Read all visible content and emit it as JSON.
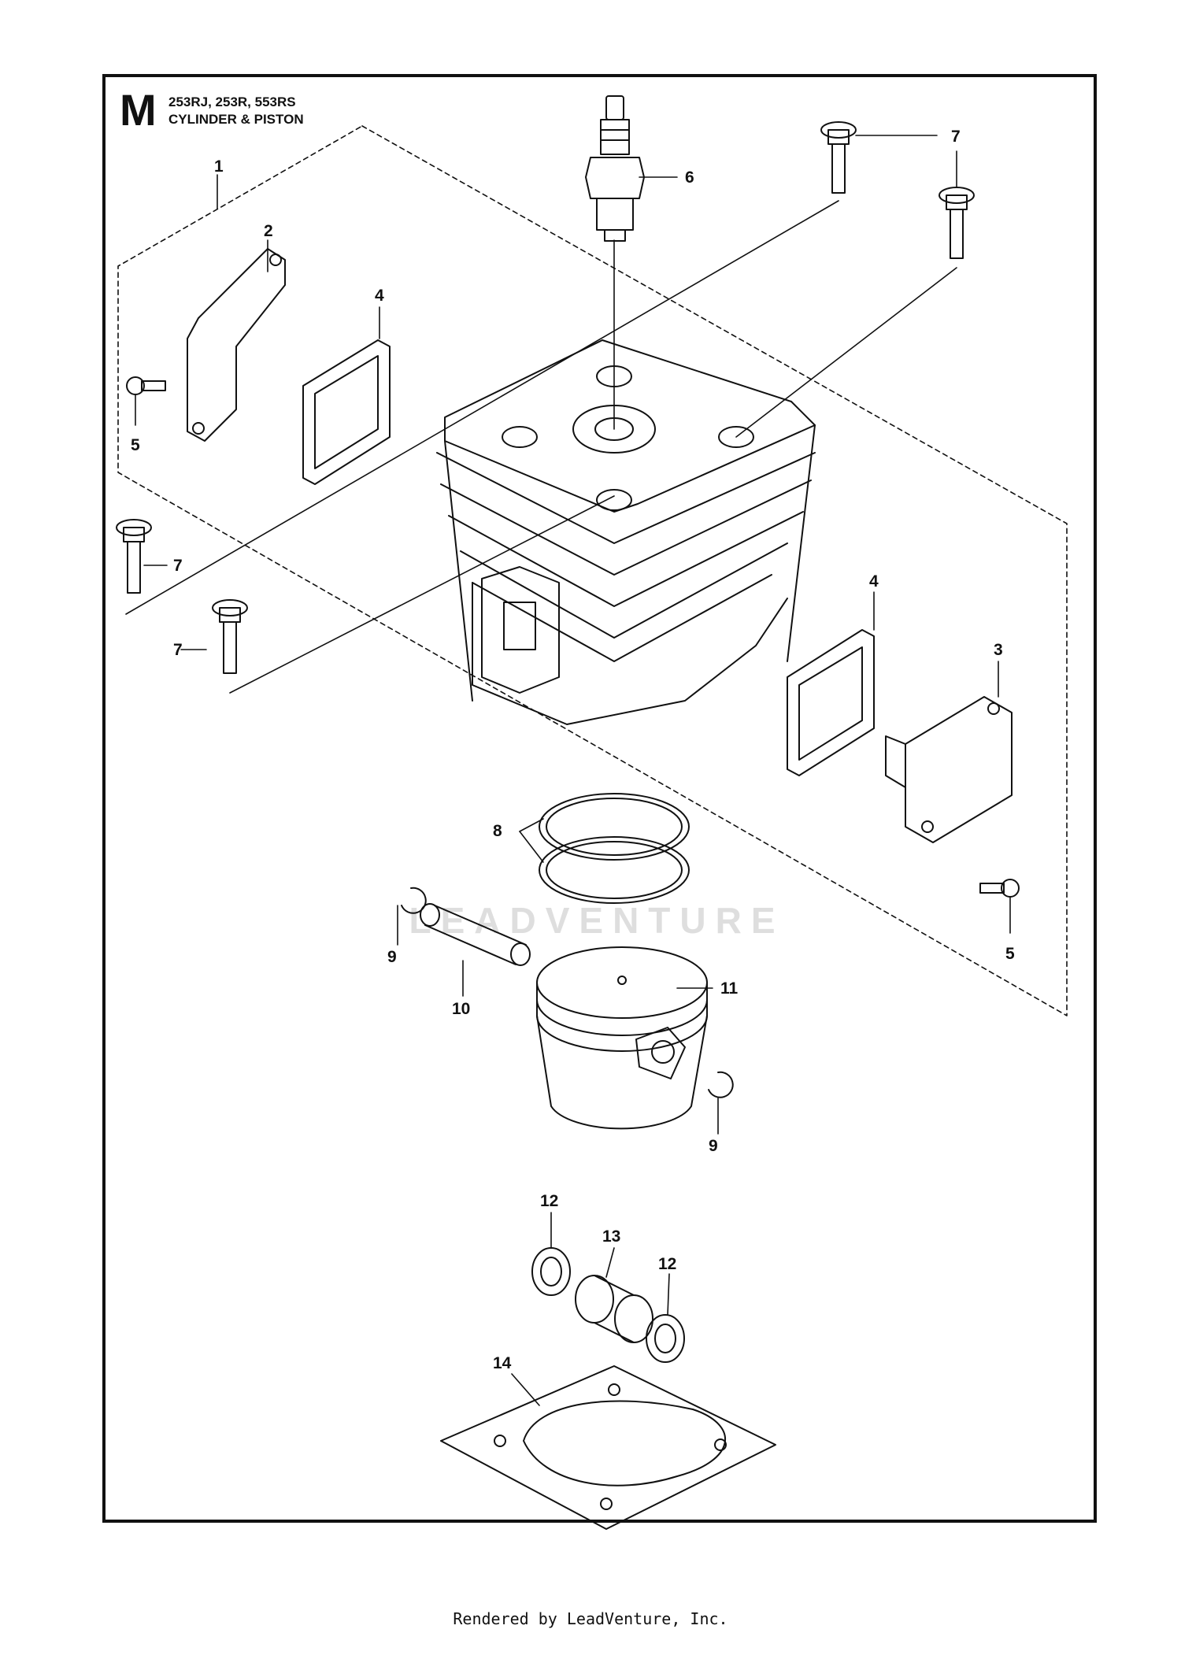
{
  "header": {
    "section_letter": "M",
    "models": "253RJ, 253R, 553RS",
    "title": "CYLINDER & PISTON"
  },
  "callouts": {
    "c1": "1",
    "c2": "2",
    "c3": "3",
    "c4a": "4",
    "c4b": "4",
    "c5a": "5",
    "c5b": "5",
    "c6": "6",
    "c7a": "7",
    "c7b": "7",
    "c7c": "7",
    "c7d": "7",
    "c8": "8",
    "c9a": "9",
    "c9b": "9",
    "c10": "10",
    "c11": "11",
    "c12a": "12",
    "c12b": "12",
    "c13": "13",
    "c14": "14"
  },
  "watermark": {
    "text": "LEADVENTURE"
  },
  "footer": {
    "text": "Rendered by LeadVenture, Inc."
  },
  "colors": {
    "ink": "#111111",
    "watermark": "#dedede"
  }
}
